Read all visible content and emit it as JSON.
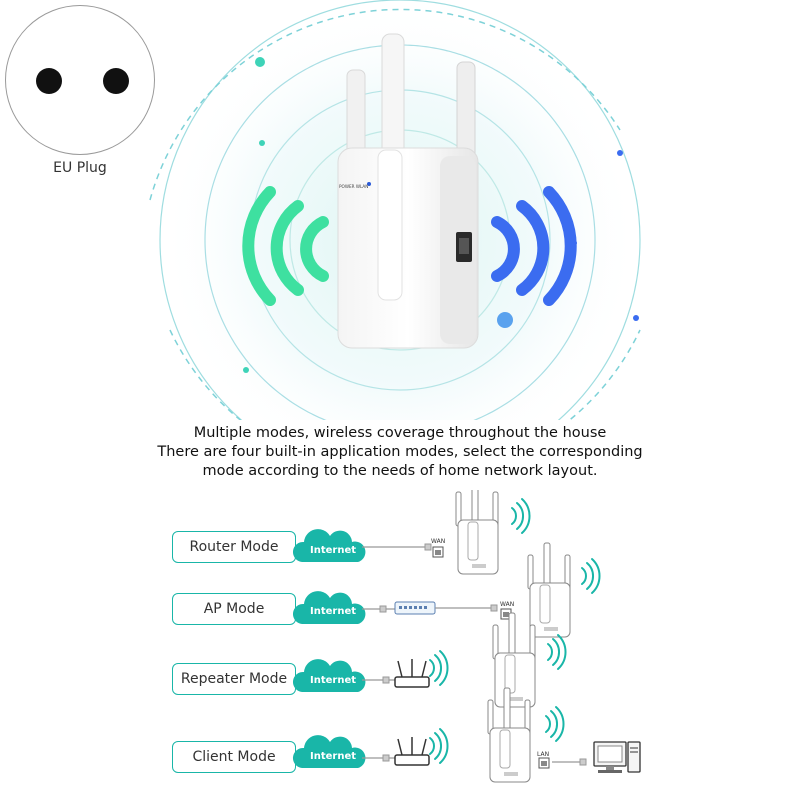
{
  "plug": {
    "label": "EU Plug"
  },
  "device": {
    "indicator_label": "POWER WLAN"
  },
  "caption": {
    "line1": "Multiple modes, wireless coverage throughout the house",
    "line2": "There are four built-in application modes, select the corresponding",
    "line3": "mode according to the needs of home network layout."
  },
  "modes": [
    {
      "label": "Router Mode",
      "cloud_label": "Internet",
      "port_label": "WAN"
    },
    {
      "label": "AP Mode",
      "cloud_label": "Internet",
      "port_label": "WAN"
    },
    {
      "label": "Repeater Mode",
      "cloud_label": "Internet"
    },
    {
      "label": "Client Mode",
      "cloud_label": "Internet",
      "port_label": "LAN"
    }
  ],
  "colors": {
    "accent": "#19b6a8",
    "wave_green": "#3ee0a0",
    "wave_blue": "#3b6cf0",
    "ring": "#9fdde0"
  }
}
